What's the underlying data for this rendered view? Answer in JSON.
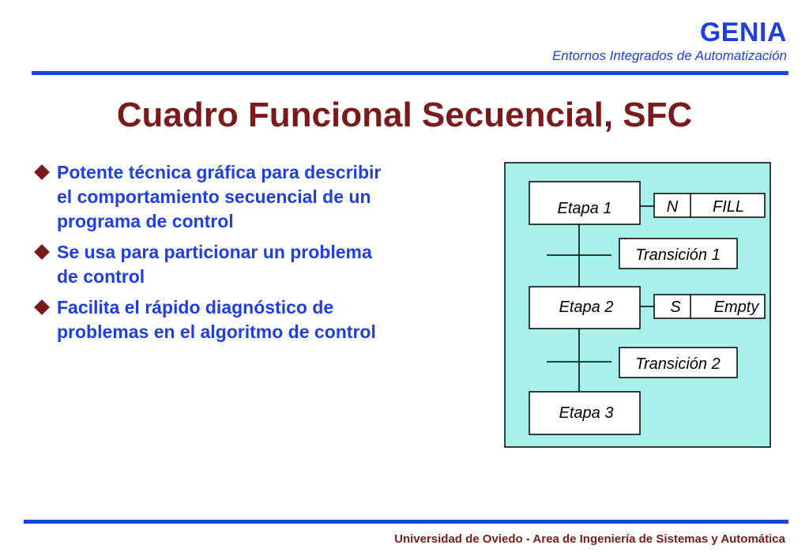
{
  "header": {
    "brand": "GENIA",
    "subtitle": "Entornos Integrados de Automatización"
  },
  "title": "Cuadro Funcional Secuencial, SFC",
  "bullets": [
    "Potente técnica gráfica para describir el comportamiento secuencial de un programa de control",
    "Se usa para particionar un problema de control",
    "Facilita el rápido diagnóstico de problemas en el algoritmo de control"
  ],
  "diagram": {
    "steps": [
      "Etapa 1",
      "Etapa 2",
      "Etapa 3"
    ],
    "actions": [
      {
        "qualifier": "N",
        "name": "FILL"
      },
      {
        "qualifier": "S",
        "name": "Empty"
      }
    ],
    "transitions": [
      "Transición 1",
      "Transición 2"
    ]
  },
  "footer": "Universidad de Oviedo - Area de Ingeniería de Sistemas y Automática",
  "colors": {
    "blue": "#1f3fe0",
    "maroon": "#7a1a1a",
    "diagram_bg": "#a8f0ea"
  }
}
